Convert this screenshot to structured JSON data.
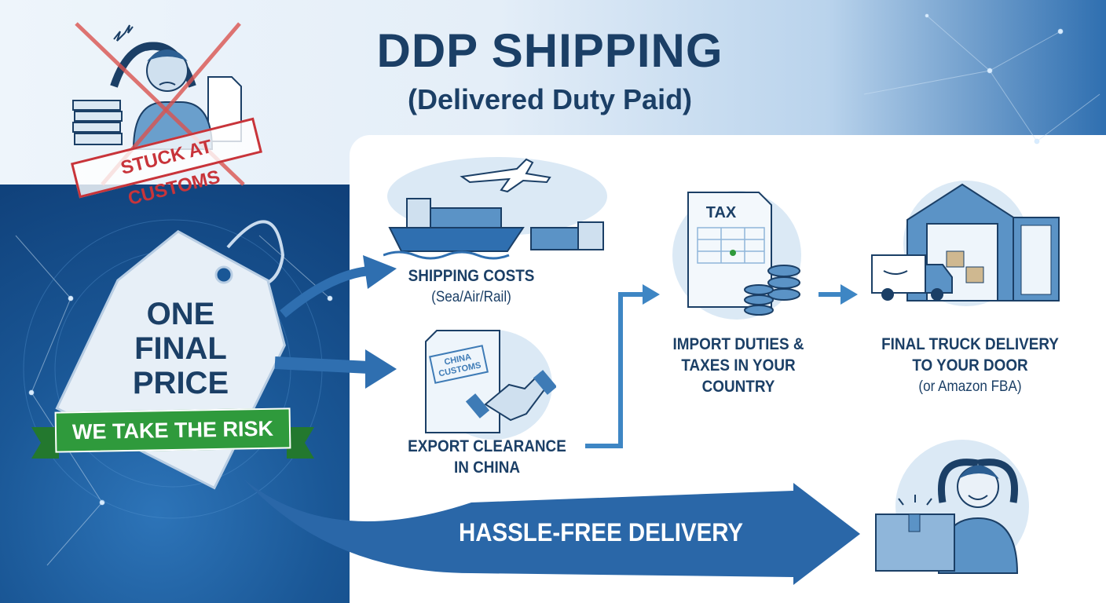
{
  "header": {
    "title": "DDP SHIPPING",
    "subtitle": "(Delivered Duty Paid)"
  },
  "problem": {
    "stamp": "STUCK AT CUSTOMS",
    "icon": "stressed-man-crossed-out-icon"
  },
  "price_tag": {
    "lines": [
      "ONE",
      "FINAL",
      "PRICE"
    ],
    "ribbon": "WE TAKE THE RISK",
    "ribbon_color": "#2f9a3c"
  },
  "steps": [
    {
      "title": "SHIPPING COSTS",
      "subtitle": "(Sea/Air/Rail)",
      "icon": "ship-plane-train-icon"
    },
    {
      "title_lines": [
        "EXPORT CLEARANCE",
        "IN CHINA"
      ],
      "icon": "customs-document-handshake-icon",
      "stamp": [
        "CHINA",
        "CUSTOMS"
      ]
    },
    {
      "title_lines": [
        "IMPORT DUTIES &",
        "TAXES IN YOUR",
        "COUNTRY"
      ],
      "icon": "tax-document-coins-icon",
      "doc_label": "TAX"
    },
    {
      "title_lines": [
        "FINAL TRUCK DELIVERY",
        "TO YOUR DOOR"
      ],
      "subtitle": "(or Amazon FBA)",
      "icon": "truck-warehouse-icon"
    }
  ],
  "banner": {
    "label": "HASSLE-FREE DELIVERY",
    "icon": "relaxed-man-with-package-icon"
  },
  "colors": {
    "navy": "#1b3f66",
    "blue": "#2f6fb0",
    "red": "#c8343a",
    "green": "#2f9a3c"
  }
}
